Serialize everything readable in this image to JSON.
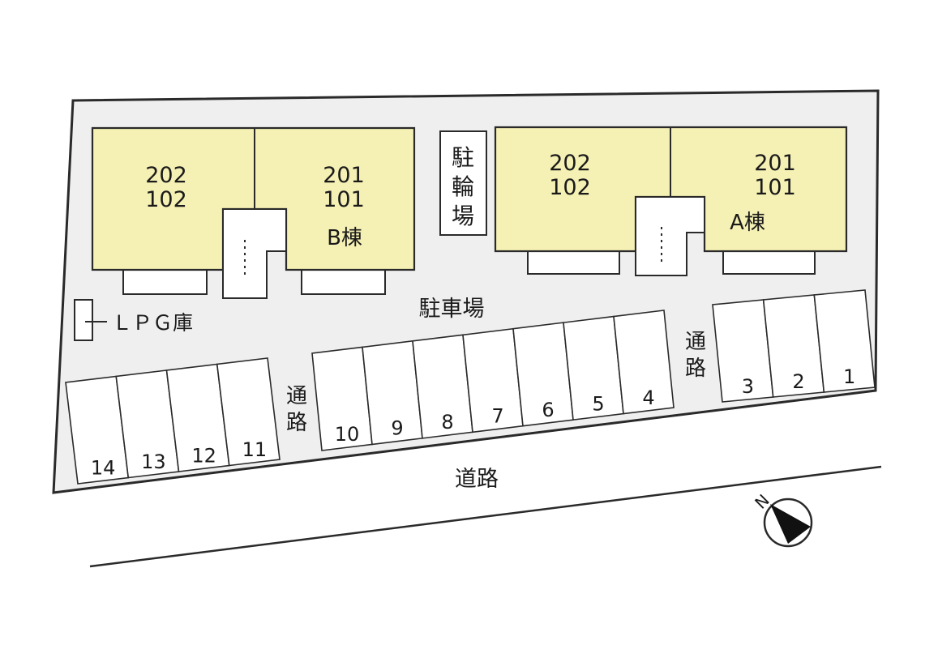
{
  "buildings": {
    "b": {
      "unit_left_upper": "202",
      "unit_left_lower": "102",
      "unit_right_upper": "201",
      "unit_right_lower": "101",
      "name": "B棟"
    },
    "a": {
      "unit_left_upper": "202",
      "unit_left_lower": "102",
      "unit_right_upper": "201",
      "unit_right_lower": "101",
      "name": "A棟"
    }
  },
  "bicycle_parking": {
    "chars": [
      "駐",
      "輪",
      "場"
    ]
  },
  "parking_label": "駐車場",
  "lpg_label": "ＬＰＧ庫",
  "passage_labels": [
    {
      "chars": [
        "通",
        "路"
      ]
    },
    {
      "chars": [
        "通",
        "路"
      ]
    }
  ],
  "road_label": "道路",
  "north_label": "N",
  "parking_spaces": {
    "group_left": [
      "14",
      "13",
      "12",
      "11"
    ],
    "group_middle": [
      "10",
      "9",
      "8",
      "7",
      "6",
      "5",
      "4"
    ],
    "group_right": [
      "3",
      "2",
      "1"
    ]
  },
  "colors": {
    "building_fill": "#f5f0b4",
    "lot_fill": "#efefef",
    "outline": "#2a2a2a"
  }
}
